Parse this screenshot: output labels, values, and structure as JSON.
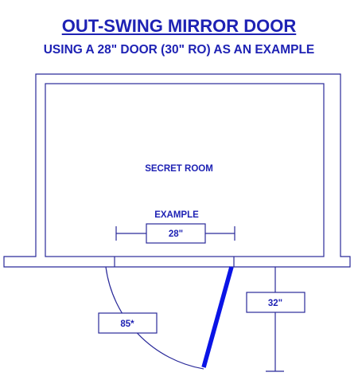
{
  "title": "OUT-SWING MIRROR DOOR",
  "subtitle": "USING A 28\" DOOR (30\" RO) AS AN EXAMPLE",
  "room_label": "SECRET ROOM",
  "example_label": "EXAMPLE",
  "door_width_label": "28\"",
  "clearance_label": "32\"",
  "angle_label": "85*",
  "colors": {
    "text": "#1e22b4",
    "door": "#0a14e6",
    "lines": "#2a2a9a"
  }
}
